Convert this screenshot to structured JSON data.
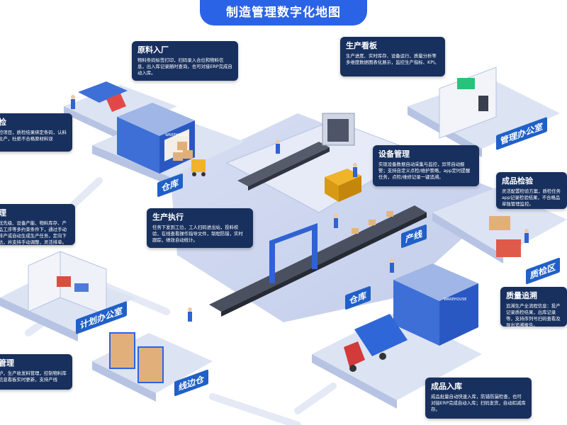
{
  "title": "制造管理数字化地图",
  "cards": {
    "material_inbound": {
      "title": "原料入厂",
      "desc": "物料条码标签打印，扫码录入合位和物料信息，出入库记录随时查询，也可对接ERP完成自动入库。"
    },
    "production_board": {
      "title": "生产看板",
      "desc": "生产进度、实时库存、设备运行、质量分析等多维度数据图表化展示，监控生产指标、KPI。"
    },
    "quality_inspect_left": {
      "title": "检",
      "desc": "检项目，质检结果绑定条码，认料生产，杜绝不合格原材料误"
    },
    "equipment_mgmt": {
      "title": "设备管理",
      "desc": "实现设备数据自动采集与监控，异常自动报警；支持自定义点检/维护策略，app定时提醒任务，点检/维修记录一键追溯。"
    },
    "product_inspect": {
      "title": "成品检验",
      "desc": "灵活配置检验方案，质检任务app记录检验结果，不合格品单独管理监控。"
    },
    "planning": {
      "title": "理",
      "desc": "优先级、设备产能、物料库存、产品工序等多约束条件下，通过手动排产或自动生成生产任务，定向下达，并支持手动调整，灵活排单。"
    },
    "production_exec": {
      "title": "生产执行",
      "desc": "任务下发到工位，工人扫码进出站，投料校验，在线查看操作指导文件，制程防错，实时跟踪，绩效自动统计。"
    },
    "quality_trace": {
      "title": "质量追溯",
      "desc": "追溯生产全流程信息：投产记录质检结果，出库记录等，支持序列号扫码查看及导出追溯报告。"
    },
    "line_side_mgmt": {
      "title": "管理",
      "desc": "护，生产收发料管理，控制物料库信息看板实时更新，支持产线"
    },
    "product_inbound": {
      "title": "成品入库",
      "desc": "成品批量自动快速入库，防错防漏检查，也可对接ERP完成自动入库；扫码发货，自动扣减库存。"
    }
  },
  "zones": {
    "warehouse_a": "仓库",
    "warehouse_b": "仓库",
    "production_line": "产线",
    "qc_area": "质检区",
    "mgmt_office": "管理办公室",
    "planning_office": "计划办公室",
    "line_side_store": "线边仓"
  },
  "signs": {
    "warehouse": "WAREHOUSE"
  },
  "colors": {
    "primary": "#2b63e6",
    "card_bg": "#18305e",
    "zone_label": "#2060c8",
    "floor": "#c8d2ec",
    "platform": "#dde4f4"
  }
}
